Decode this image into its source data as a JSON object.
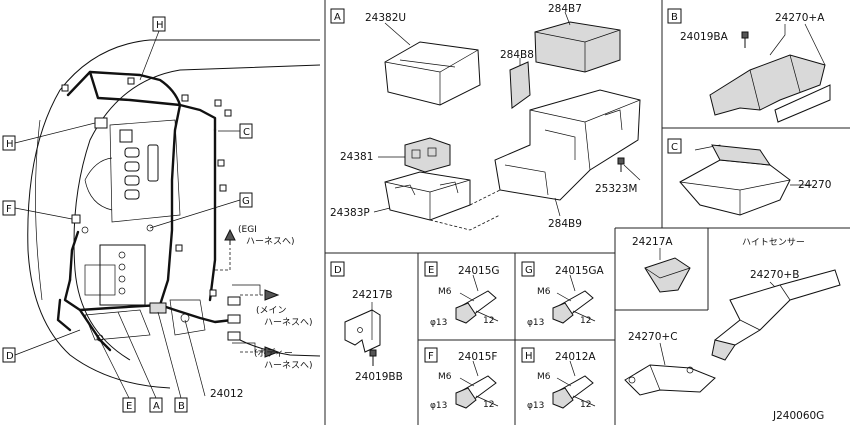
{
  "diagram_code": "J240060G",
  "callout_letters": {
    "a": "A",
    "b": "B",
    "c": "C",
    "d": "D",
    "e": "E",
    "f": "F",
    "g": "G",
    "h": "H"
  },
  "overview_labels": {
    "egi_1": "(EGI",
    "egi_2": "ハーネスへ)",
    "main_1": "(メイン",
    "main_2": "ハーネスへ)",
    "body_1": "(ボディー",
    "body_2": "ハーネスへ)",
    "part_24012": "24012"
  },
  "section_a": {
    "letter": "A",
    "parts": [
      "24382U",
      "284B7",
      "284B8",
      "24381",
      "25323M",
      "24383P",
      "284B9"
    ]
  },
  "section_b": {
    "letter": "B",
    "parts": [
      "24019BA",
      "24270+A"
    ]
  },
  "section_c": {
    "letter": "C",
    "parts": [
      "24270"
    ]
  },
  "section_height_sensor": {
    "title": "ハイトセンサー",
    "parts": [
      "24217A",
      "24270+C",
      "24270+B"
    ]
  },
  "section_d": {
    "letter": "D",
    "parts": [
      "24217B",
      "24019BB"
    ]
  },
  "bolt_cells": [
    {
      "letter": "E",
      "part": "24015G",
      "thread": "M6",
      "diameter": "φ13",
      "length": "12"
    },
    {
      "letter": "G",
      "part": "24015GA",
      "thread": "M6",
      "diameter": "φ13",
      "length": "12"
    },
    {
      "letter": "F",
      "part": "24015F",
      "thread": "M6",
      "diameter": "φ13",
      "length": "12"
    },
    {
      "letter": "H",
      "part": "24012A",
      "thread": "M6",
      "diameter": "φ13",
      "length": "12"
    }
  ]
}
